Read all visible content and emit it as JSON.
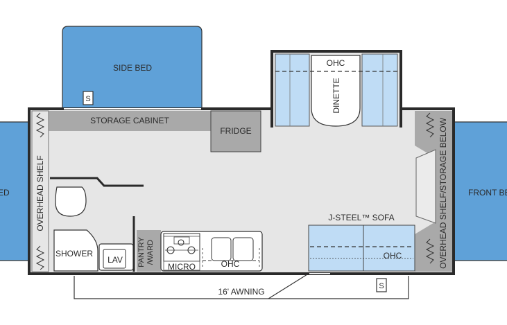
{
  "labels": {
    "side_bed": "SIDE BED",
    "storage_cabinet": "STORAGE CABINET",
    "fridge": "FRIDGE",
    "dinette": "DINETTE",
    "ohc_dinette": "OHC",
    "overhead_shelf": "OVERHEAD SHELF",
    "rear_bed_partial": "ED",
    "front_bed_partial": "FRONT BE",
    "overhead_shelf_storage_below": "OVERHEAD SHELF/STORAGE BELOW",
    "sofa": "J-STEEL™ SOFA",
    "ohc_sofa": "OHC",
    "shower": "SHOWER",
    "lav": "LAV",
    "pantry_line1": "PANTRY",
    "pantry_line2": "/WARD",
    "micro": "MICRO",
    "ohc_kitchen": "OHC",
    "awning": "16' AWNING",
    "speaker_symbol_top": "S",
    "speaker_symbol_bottom": "S"
  },
  "colors": {
    "bed_blue": "#5fa1d8",
    "cushion_blue": "#bfdcf5",
    "cabinet_gray": "#a9a9a9",
    "floor_gray": "#e6e6e6",
    "wall": "#2a2a2a"
  }
}
